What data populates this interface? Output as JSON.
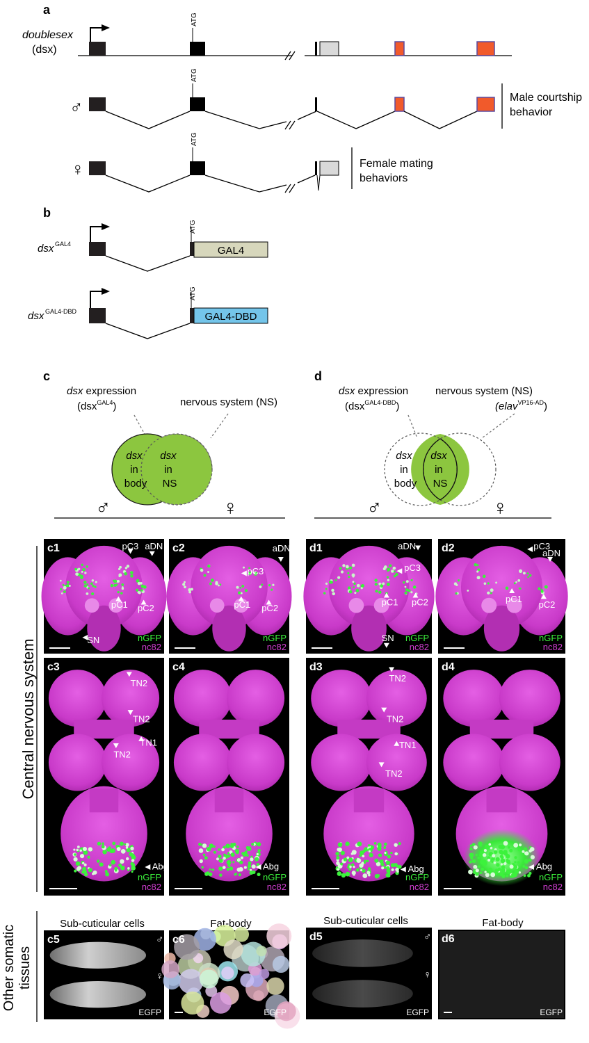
{
  "panels": {
    "a": {
      "label": "a",
      "gene_name": "doublesex",
      "gene_abbr": "(dsx)",
      "atg": "ATG",
      "male_symbol": "♂",
      "female_symbol": "♀",
      "male_note_line1": "Male courtship",
      "male_note_line2": "behavior",
      "female_note_line1": "Female mating",
      "female_note_line2": "behaviors"
    },
    "b": {
      "label": "b",
      "construct1_base": "dsx",
      "construct1_sup": "GAL4",
      "construct1_box": "GAL4",
      "construct2_base": "dsx",
      "construct2_sup": "GAL4-DBD",
      "construct2_box": "GAL4-DBD",
      "atg": "ATG"
    },
    "c": {
      "label": "c",
      "expr_title_part1": "dsx",
      "expr_title_part2": " expression",
      "expr_sub_base": "(dsx",
      "expr_sub_sup": "GAL4",
      "expr_sub_close": ")",
      "ns_title": "nervous system (NS)",
      "left_circle": [
        "dsx",
        "in",
        "body"
      ],
      "right_circle": [
        "dsx",
        "in",
        "NS"
      ],
      "male_symbol": "♂",
      "female_symbol": "♀"
    },
    "d": {
      "label": "d",
      "expr_title_part1": "dsx",
      "expr_title_part2": " expression",
      "expr_sub_base": "(dsx",
      "expr_sub_sup": "GAL4-DBD",
      "expr_sub_close": ")",
      "ns_title": "nervous system (NS)",
      "ns_sub_base": "(elav",
      "ns_sub_sup": "VP16-AD",
      "ns_sub_close": ")",
      "left_circle": [
        "dsx",
        "in",
        "body"
      ],
      "overlap": [
        "dsx",
        "in",
        "NS"
      ],
      "male_symbol": "♂",
      "female_symbol": "♀"
    }
  },
  "side_labels": {
    "cns": "Central nervous system",
    "other_line1": "Other somatic",
    "other_line2": "tissues"
  },
  "stain": {
    "green": "nGFP",
    "magenta": "nc82",
    "egfp": "EGFP"
  },
  "images": {
    "c1": {
      "label": "c1",
      "arrows": [
        "pC3",
        "aDN",
        "pC1",
        "pC2",
        "SN"
      ]
    },
    "c2": {
      "label": "c2",
      "arrows": [
        "aDN",
        "pC3",
        "pC1",
        "pC2"
      ]
    },
    "d1": {
      "label": "d1",
      "arrows": [
        "aDN",
        "pC3",
        "pC1",
        "pC2",
        "SN"
      ]
    },
    "d2": {
      "label": "d2",
      "arrows": [
        "pC3",
        "aDN",
        "pC1",
        "pC2"
      ]
    },
    "c3": {
      "label": "c3",
      "arrows": [
        "TN2",
        "TN1",
        "TN2",
        "TN2",
        "Abg"
      ]
    },
    "c4": {
      "label": "c4",
      "arrows": [
        "Abg"
      ]
    },
    "d3": {
      "label": "d3",
      "arrows": [
        "TN2",
        "TN1",
        "TN2",
        "TN2",
        "Abg"
      ]
    },
    "d4": {
      "label": "d4",
      "arrows": [
        "Abg"
      ]
    },
    "c5": {
      "label": "c5",
      "title": "Sub-cuticular cells"
    },
    "c6": {
      "label": "c6",
      "title": "Fat-body"
    },
    "d5": {
      "label": "d5",
      "title": "Sub-cuticular cells"
    },
    "d6": {
      "label": "d6",
      "title": "Fat-body"
    }
  },
  "colors": {
    "exon_dark": "#231f20",
    "exon_gray": "#d9d9d9",
    "exon_orange": "#f15a2b",
    "exon_border_purple": "#5b4a9f",
    "gal4_box": "#d7d7bc",
    "gal4dbd_box": "#74c5ea",
    "venn_green": "#8cc63f",
    "magenta": "#d23fd2",
    "green": "#3cf23c"
  }
}
